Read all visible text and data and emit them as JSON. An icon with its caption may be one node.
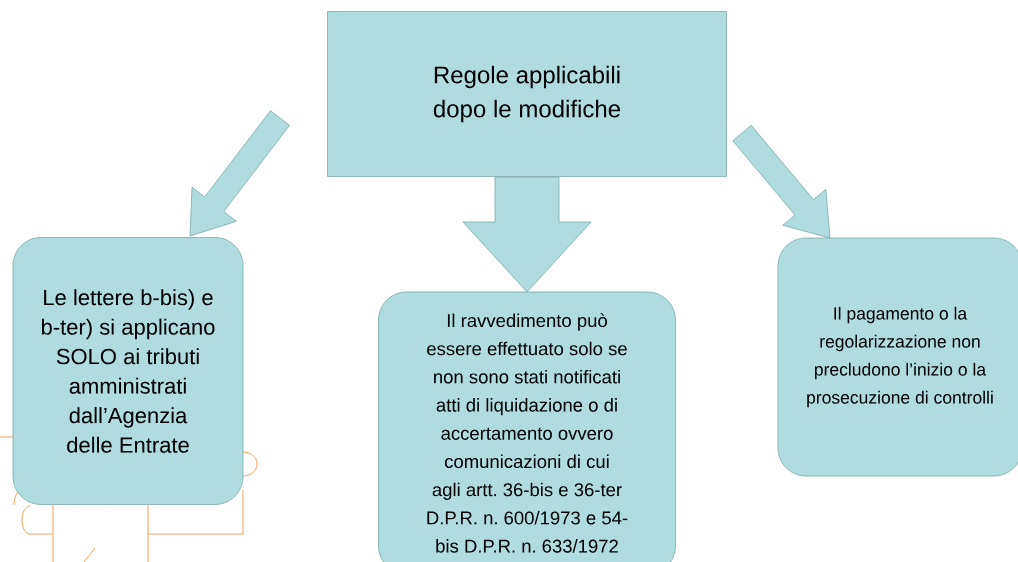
{
  "diagram": {
    "nodes": [
      {
        "text": [
          "Regole applicabili dopo le modifiche"
        ]
      },
      {
        "text": [
          "Le lettere b-bis) e b-ter) si applicano SOLO ai tributi amministrati dall’Agenzia delle Entrate"
        ]
      },
      {
        "text": [
          "Il ravvedimento può essere effettuato solo se non sono stati notificati atti di liquidazione o di accertamento ovvero comunicazioni di cui agli artt. 36-bis e 36-ter D.P.R. n. 600/1973 e 54-bis D.P.R. n. 633/1972"
        ]
      },
      {
        "text": [
          "Il pagamento o la regolarizzazione non precludono l’inizio o la prosecuzione di controlli"
        ]
      }
    ],
    "edges": [
      {
        "from": 0,
        "to": 1,
        "arrow": "to",
        "style": "thick"
      },
      {
        "from": 0,
        "to": 2,
        "arrow": "to",
        "style": "thick"
      },
      {
        "from": 0,
        "to": 3,
        "arrow": "to",
        "style": "thick"
      }
    ]
  }
}
